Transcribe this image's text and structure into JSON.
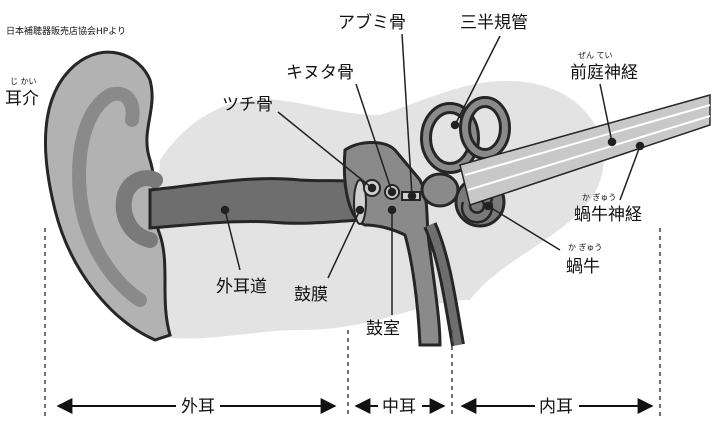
{
  "credit": "日本補聴器販売店協会HPより",
  "colors": {
    "skin_light": "#e3e3e3",
    "skin_mid": "#b2b2b2",
    "canal": "#6e6e6e",
    "outline": "#262626",
    "leader": "#222222"
  },
  "labels": {
    "auricle": {
      "text": "耳介",
      "ruby": "じ かい"
    },
    "malleus": {
      "text": "ツチ骨"
    },
    "incus": {
      "text": "キヌタ骨"
    },
    "stapes": {
      "text": "アブミ骨"
    },
    "semicircular": {
      "text": "三半規管"
    },
    "vestibular_nerve": {
      "text": "前庭神経",
      "ruby": "ぜん てい"
    },
    "cochlear_nerve": {
      "text": "蝸牛神経",
      "ruby": "か ぎゅう"
    },
    "cochlea": {
      "text": "蝸牛",
      "ruby": "か ぎゅう"
    },
    "ear_canal": {
      "text": "外耳道"
    },
    "eardrum": {
      "text": "鼓膜"
    },
    "tympanic_cavity": {
      "text": "鼓室"
    }
  },
  "sections": {
    "outer": "外耳",
    "middle": "中耳",
    "inner": "内耳"
  }
}
